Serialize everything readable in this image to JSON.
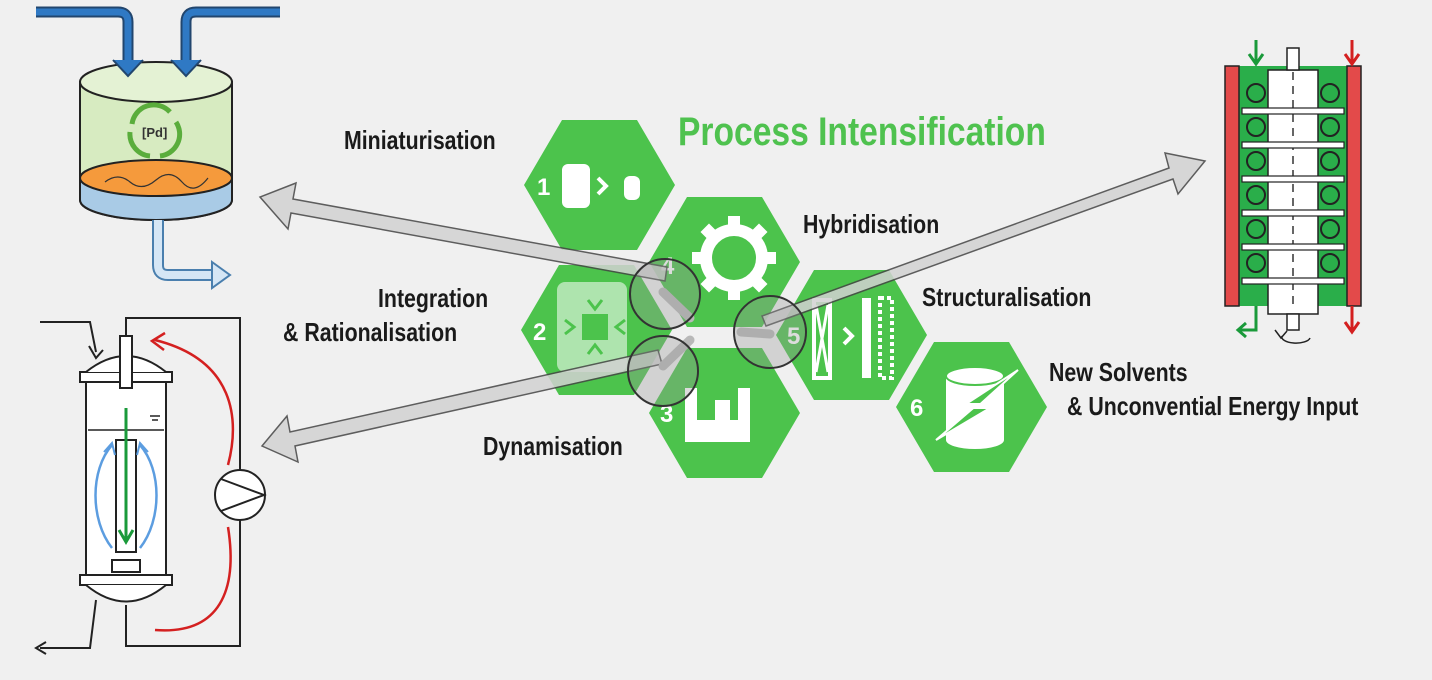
{
  "title": "Process Intensification",
  "labels": {
    "miniaturisation": "Miniaturisation",
    "integration_line1": "Integration",
    "integration_line2": "& Rationalisation",
    "dynamisation": "Dynamisation",
    "hybridisation": "Hybridisation",
    "structuralisation": "Structuralisation",
    "new_solvents_line1": "New Solvents",
    "new_solvents_line2": "& Unconvential Energy Input"
  },
  "hexagons": [
    {
      "number": "1",
      "icon": "miniaturisation-icon"
    },
    {
      "number": "2",
      "icon": "integration-icon"
    },
    {
      "number": "3",
      "icon": "dynamisation-icon"
    },
    {
      "number": "4",
      "icon": "gear-icon"
    },
    {
      "number": "5",
      "icon": "structuralisation-icon"
    },
    {
      "number": "6",
      "icon": "energy-input-icon"
    }
  ],
  "reactor_label": "[Pd]",
  "colors": {
    "hex_green": "#4cc34c",
    "title_green": "#4fc24f",
    "arrow_gray": "#d2d2d2",
    "flow_blue": "#2f79c4",
    "heating_red": "#e03030",
    "catalyst_orange": "#f59a3c"
  }
}
